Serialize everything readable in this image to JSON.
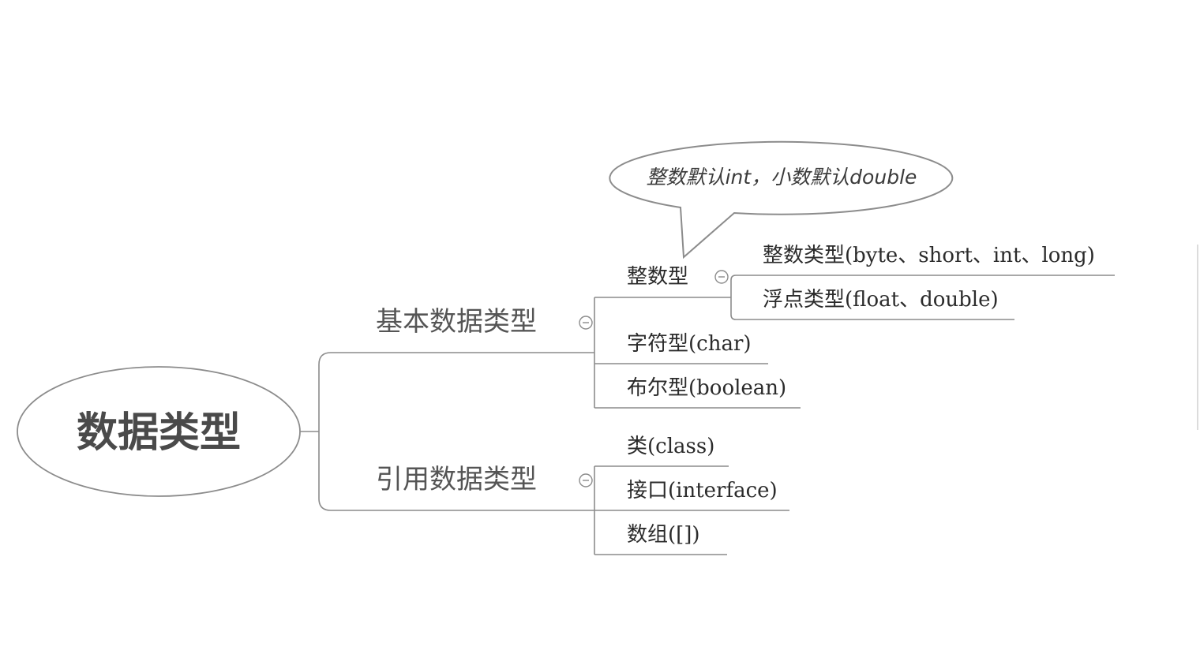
{
  "root": {
    "label": "数据类型"
  },
  "branches": [
    {
      "label": "基本数据类型",
      "children": [
        {
          "label": "整数型",
          "callout": "整数默认int，小数默认double",
          "children": [
            {
              "label": "整数类型(byte、short、int、long)"
            },
            {
              "label": "浮点类型(float、double)"
            }
          ]
        },
        {
          "label": "字符型(char)"
        },
        {
          "label": "布尔型(boolean)"
        }
      ]
    },
    {
      "label": "引用数据类型",
      "children": [
        {
          "label": "类(class)"
        },
        {
          "label": "接口(interface)"
        },
        {
          "label": "数组([])"
        }
      ]
    }
  ]
}
